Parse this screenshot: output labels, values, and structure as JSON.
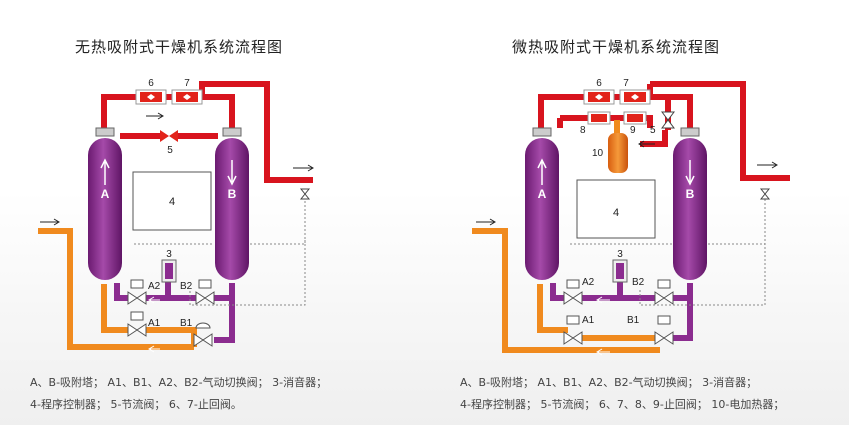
{
  "left": {
    "title": "无热吸附式干燥机系统流程图",
    "legend_line1": "A、B-吸附塔；   A1、B1、A2、B2-气动切换阀；   3-消音器；",
    "legend_line2": "4-程序控制器；   5-节流阀；   6、7-止回阀。",
    "labels": {
      "tower_a": "A",
      "tower_b": "B",
      "controller": "4",
      "silencer": "3",
      "throttle": "5",
      "check1": "6",
      "check2": "7",
      "a1": "A1",
      "b1": "B1",
      "a2": "A2",
      "b2": "B2"
    }
  },
  "right": {
    "title": "微热吸附式干燥机系统流程图",
    "legend_line1": "A、B-吸附塔；   A1、B1、A2、B2-气动切换阀；   3-消音器；",
    "legend_line2": "4-程序控制器；   5-节流阀；   6、7、8、9-止回阀；   10-电加热器；",
    "labels": {
      "tower_a": "A",
      "tower_b": "B",
      "controller": "4",
      "silencer": "3",
      "throttle": "5",
      "check1": "6",
      "check2": "7",
      "check3": "8",
      "check4": "9",
      "heater": "10",
      "a1": "A1",
      "b1": "B1",
      "a2": "A2",
      "b2": "B2"
    }
  },
  "colors": {
    "red": "#d8141e",
    "purple": "#8b2c8f",
    "orange": "#f08a1e",
    "valve": "#e2231a"
  }
}
